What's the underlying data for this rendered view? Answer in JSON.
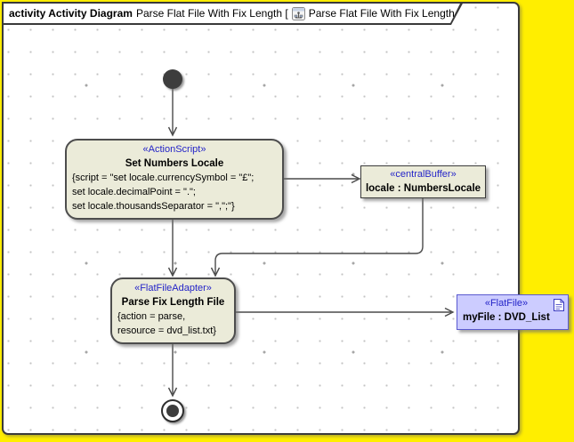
{
  "frame": {
    "title_bold": "activity Activity Diagram",
    "title_pre": "Parse Flat File With Fix Length [",
    "title_post": "Parse Flat File With Fix Length ]",
    "title_icon": "activity-diagram-icon"
  },
  "nodes": {
    "set_numbers_locale": {
      "stereotype": "«ActionScript»",
      "name": "Set Numbers Locale",
      "body_lines": [
        "{script = \"set locale.currencySymbol = \"£\";",
        "set locale.decimalPoint = \".\";",
        "set locale.thousandsSeparator = \",\";\"}"
      ]
    },
    "central_buffer": {
      "stereotype": "«centralBuffer»",
      "name": "locale : NumbersLocale"
    },
    "parse_fix_length": {
      "stereotype": "«FlatFileAdapter»",
      "name": "Parse Fix Length File",
      "body_lines": [
        "{action = parse,",
        "resource = dvd_list.txt}"
      ]
    },
    "flat_file": {
      "stereotype": "«FlatFile»",
      "name": "myFile : DVD_List",
      "icon": "document-icon"
    }
  },
  "colors": {
    "canvas_yellow": "#ffee00",
    "node_fill": "#ebebd9",
    "object_fill": "#ccccff",
    "object_border": "#5a5ad0",
    "stereotype_text": "#2424c8",
    "edge_line": "#4a4a4a"
  }
}
